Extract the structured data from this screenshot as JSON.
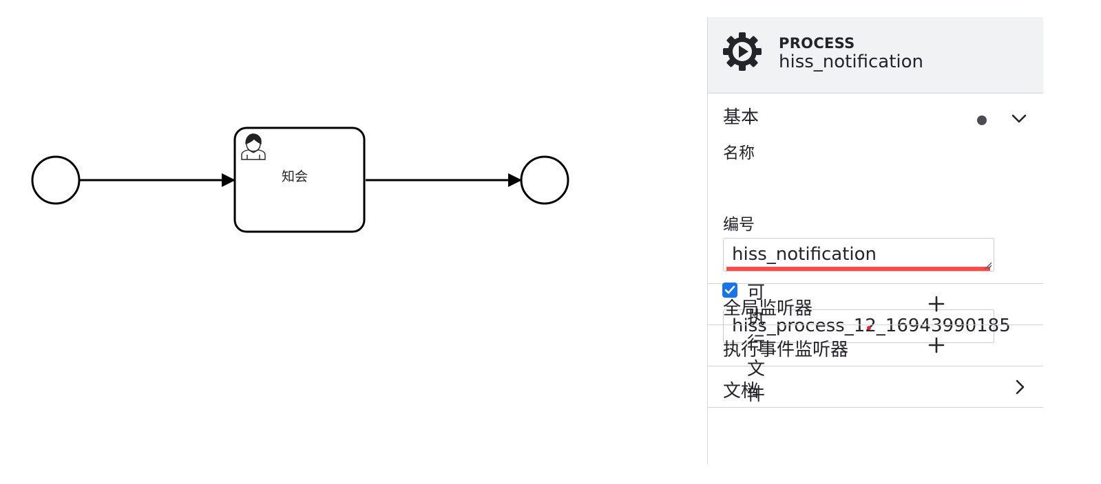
{
  "diagram": {
    "task_label": "知会",
    "start_event": "start-event",
    "end_event": "end-event",
    "task_icon": "user-icon"
  },
  "panel": {
    "header": {
      "type": "PROCESS",
      "name": "hiss_notification",
      "icon": "process-gear-icon"
    },
    "groups": {
      "basic": {
        "title": "基本",
        "name_label": "名称",
        "name_value": "hiss_notification",
        "id_label": "编号",
        "id_value": "hiss_process_12_16943990185",
        "executable_label": "可执行文件",
        "executable_checked": true
      },
      "global_listeners": {
        "title": "全局监听器"
      },
      "execution_listeners": {
        "title": "执行事件监听器"
      },
      "documentation": {
        "title": "文档"
      }
    }
  },
  "colors": {
    "accent": "#1a73e8",
    "error_underline": "#ff4b4b",
    "header_bg": "#f1f2f4"
  }
}
